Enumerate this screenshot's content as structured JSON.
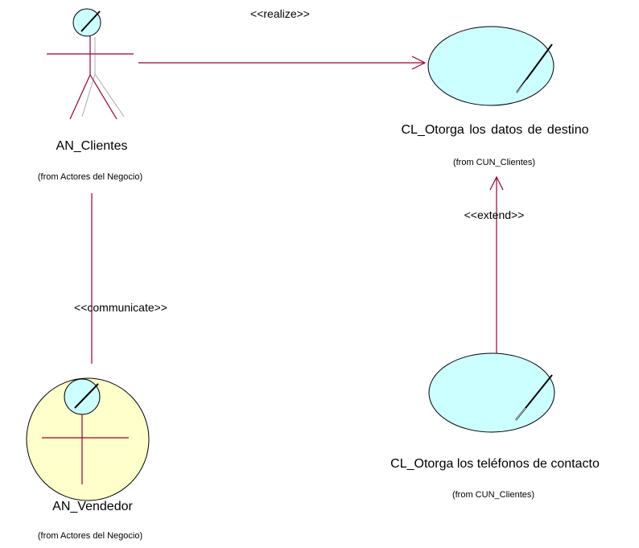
{
  "actors": {
    "clientes": {
      "name": "AN_Clientes",
      "from": "(from Actores del Negocio)"
    },
    "vendedor": {
      "name": "AN_Vendedor",
      "from": "(from Actores del Negocio)"
    }
  },
  "use_cases": {
    "destino": {
      "name": "CL_Otorga los  datos de destino",
      "from": "(from CUN_Clientes)"
    },
    "telefonos": {
      "name": "CL_Otorga los teléfonos de contacto",
      "from": "(from CUN_Clientes)"
    }
  },
  "relations": {
    "realize": "<<realize>>",
    "extend": "<<extend>>",
    "communicate": "<<communicate>>"
  },
  "colors": {
    "line": "#990033",
    "usecase_fill": "#ccffff",
    "worker_fill": "#ffffcc",
    "outline": "#000000"
  }
}
